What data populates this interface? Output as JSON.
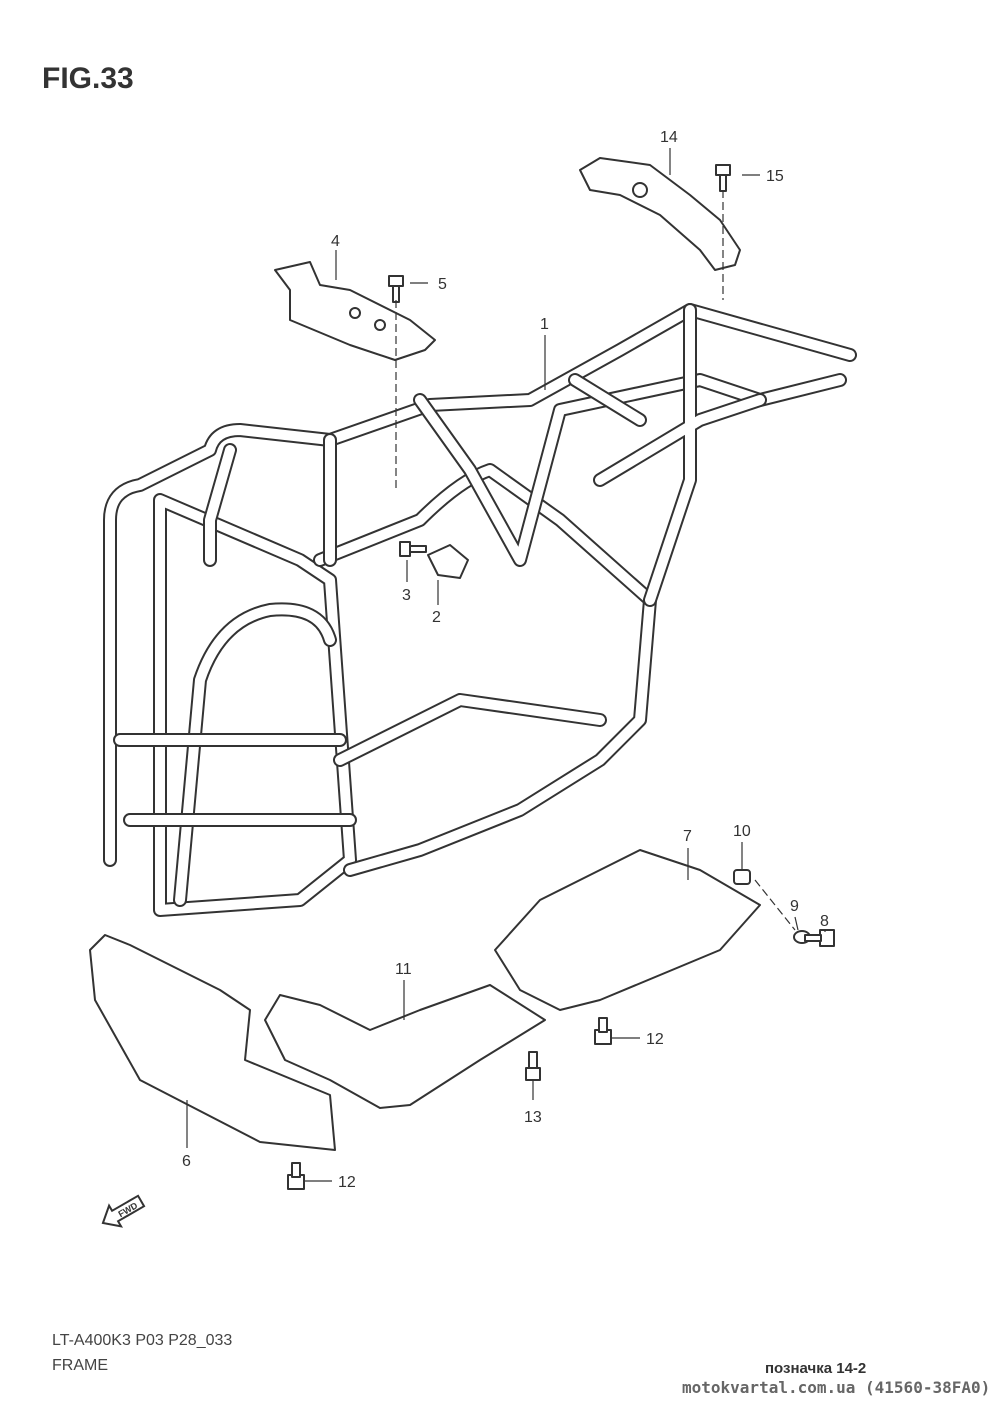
{
  "figure_title": "FIG.33",
  "callouts": {
    "c1": "1",
    "c2": "2",
    "c3": "3",
    "c4": "4",
    "c5": "5",
    "c6": "6",
    "c7": "7",
    "c8": "8",
    "c9": "9",
    "c10": "10",
    "c11": "11",
    "c12a": "12",
    "c12b": "12",
    "c13": "13",
    "c14": "14",
    "c15": "15"
  },
  "fwd_label": "FWD",
  "footer": {
    "model_code": "LT-A400K3 P03 P28_033",
    "section_name": "FRAME",
    "marker": "позначка 14-2",
    "site_part": "motokvartal.com.ua (41560-38FA0)"
  }
}
